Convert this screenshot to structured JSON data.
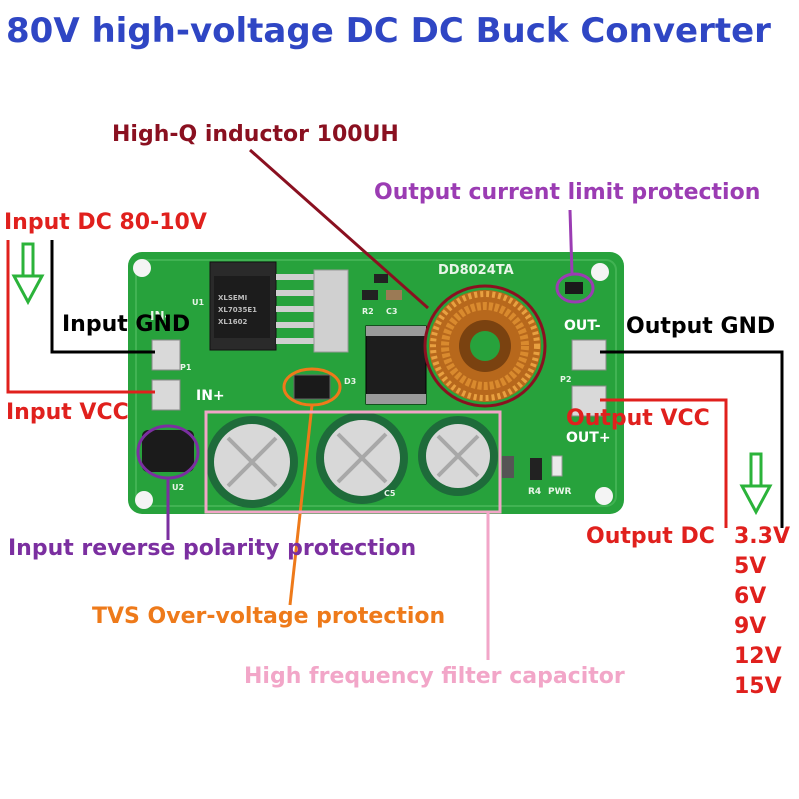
{
  "title": "80V high-voltage DC DC Buck Converter",
  "colors": {
    "title": "#2f46c4",
    "inductor": "#8a1020",
    "current_limit": "#9b3cb3",
    "input_output": "#e0201d",
    "gnd": "#000000",
    "reverse": "#7b2fa0",
    "tvs": "#ee7a1a",
    "filter": "#f2a6c8",
    "arrow": "#2bb33a",
    "pcb": "#27a23c"
  },
  "labels": {
    "inductor": "High-Q inductor 100UH",
    "current_limit": "Output current limit protection",
    "input_dc": "Input DC 80-10V",
    "input_gnd": "Input GND",
    "input_vcc": "Input VCC",
    "output_gnd": "Output GND",
    "output_vcc": "Output VCC",
    "output_dc": "Output DC",
    "reverse": "Input reverse polarity protection",
    "tvs": "TVS Over-voltage protection",
    "filter": "High frequency filter capacitor"
  },
  "voltages": [
    "3.3V",
    "5V",
    "6V",
    "9V",
    "12V",
    "15V"
  ],
  "board": {
    "model": "DD8024TA",
    "in_minus": "IN-",
    "in_plus": "IN+",
    "out_minus": "OUT-",
    "out_plus": "OUT+",
    "u1": "U1",
    "u2": "U2",
    "p1": "P1",
    "p2": "P2",
    "d3": "D3",
    "r2": "R2",
    "c3": "C3",
    "c5": "C5",
    "r4": "R4",
    "pwr": "PWR",
    "chip_line1": "XLSEMI",
    "chip_line2": "XL7035E1",
    "chip_line3": "XL1602"
  }
}
